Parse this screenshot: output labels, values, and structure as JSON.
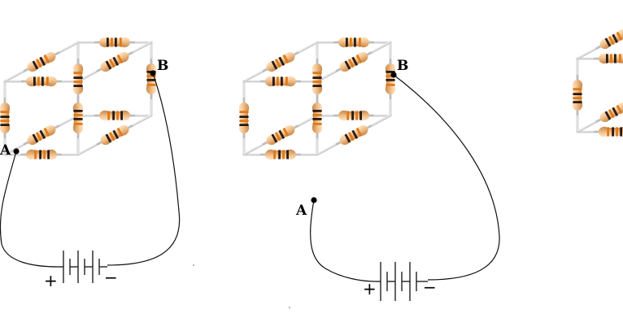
{
  "circuits": [
    {
      "id": "circuit-1",
      "node_a_label": "A",
      "node_b_label": "B",
      "plus_label": "+",
      "minus_label": "−"
    },
    {
      "id": "circuit-2",
      "node_a_label": "A",
      "node_b_label": "B",
      "plus_label": "+",
      "minus_label": "−"
    },
    {
      "id": "circuit-3"
    }
  ],
  "colors": {
    "frame": "#cfcfcf",
    "resistor_body": "#f2c08a",
    "resistor_shade": "#c98a4e",
    "band_dark": "#2a1a12",
    "band_orange": "#e07a1a",
    "wire": "#111111"
  },
  "component_names": [
    "resistor",
    "battery",
    "wire",
    "node"
  ]
}
